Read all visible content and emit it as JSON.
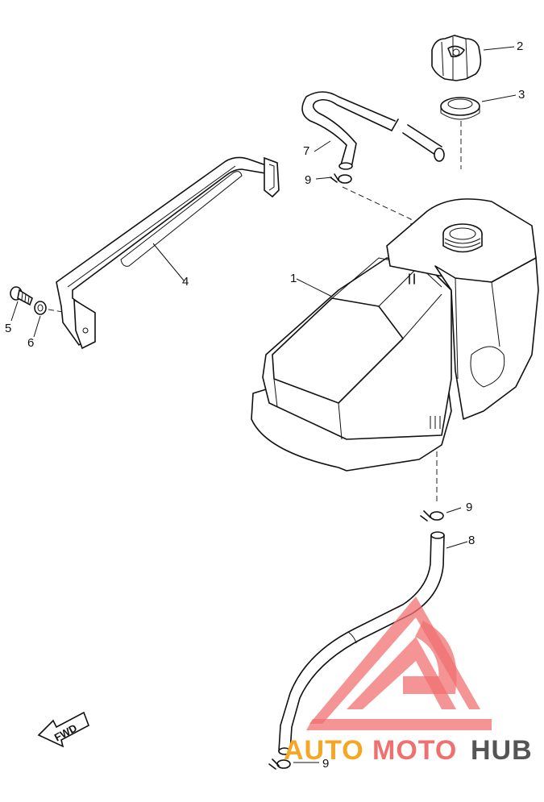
{
  "callouts": [
    {
      "id": "label-1",
      "text": "1"
    },
    {
      "id": "label-2",
      "text": "2"
    },
    {
      "id": "label-3",
      "text": "3"
    },
    {
      "id": "label-4",
      "text": "4"
    },
    {
      "id": "label-5",
      "text": "5"
    },
    {
      "id": "label-6",
      "text": "6"
    },
    {
      "id": "label-7",
      "text": "7"
    },
    {
      "id": "label-8",
      "text": "8"
    },
    {
      "id": "label-9a",
      "text": "9"
    },
    {
      "id": "label-9b",
      "text": "9"
    },
    {
      "id": "label-9c",
      "text": "9"
    }
  ],
  "fwd_mark": "FWD",
  "watermark": {
    "part1": "AUTO",
    "part2": "MOTO",
    "part3": "HUB",
    "color1": "#f5a623",
    "color2": "#f07070",
    "color3": "#555555"
  }
}
